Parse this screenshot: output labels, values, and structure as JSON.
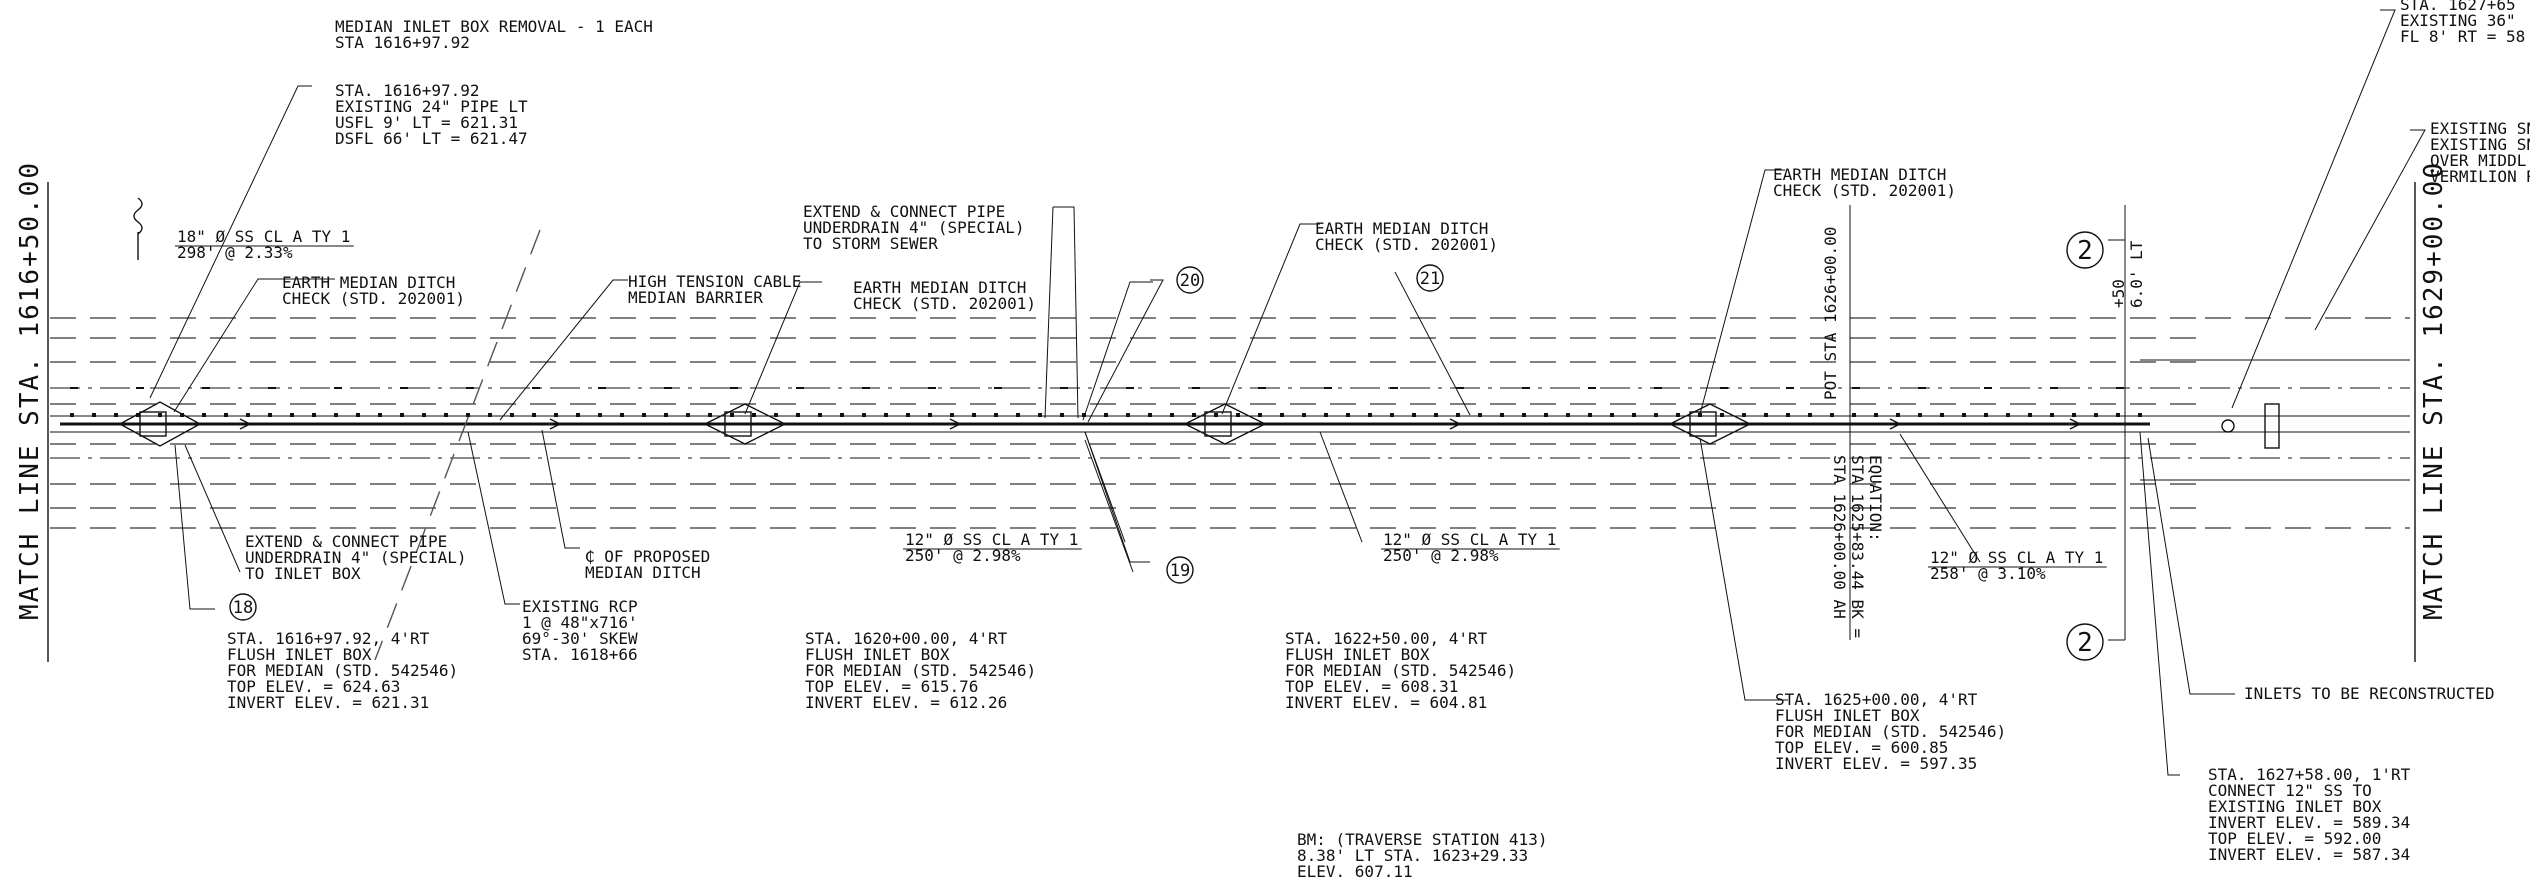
{
  "match_lines": {
    "left": "MATCH LINE STA. 1616+50.00",
    "right": "MATCH LINE STA. 1629+00.00"
  },
  "notes": {
    "median_inlet_removal": [
      "MEDIAN INLET BOX REMOVAL - 1 EACH",
      "STA 1616+97.92"
    ],
    "existing_pipe": [
      "STA. 1616+97.92",
      "EXISTING 24\" PIPE LT",
      "USFL 9' LT = 621.31",
      "DSFL 66' LT = 621.47"
    ],
    "pipe_1": [
      "18\" Ø SS CL A TY 1",
      "298' @ 2.33%"
    ],
    "ditch_check_1": [
      "EARTH MEDIAN DITCH",
      "CHECK (STD. 202001)"
    ],
    "cable_barrier": [
      "HIGH TENSION CABLE",
      "MEDIAN BARRIER"
    ],
    "extend_connect_top": [
      "EXTEND & CONNECT PIPE",
      "UNDERDRAIN 4\" (SPECIAL)",
      "TO STORM SEWER"
    ],
    "ditch_check_2": [
      "EARTH MEDIAN DITCH",
      "CHECK (STD. 202001)"
    ],
    "ditch_check_3": [
      "EARTH MEDIAN DITCH",
      "CHECK (STD. 202001)"
    ],
    "ditch_check_4": [
      "EARTH MEDIAN DITCH",
      "CHECK (STD. 202001)"
    ],
    "extend_connect_bottom": [
      "EXTEND & CONNECT PIPE",
      "UNDERDRAIN 4\" (SPECIAL)",
      "TO INLET BOX"
    ],
    "proposed_ditch": [
      "₵ OF PROPOSED",
      "MEDIAN DITCH"
    ],
    "existing_rcp": [
      "EXISTING RCP",
      "1 @ 48\"x716'",
      "69°-30' SKEW",
      "STA. 1618+66"
    ],
    "inlet_1": [
      "STA. 1616+97.92, 4'RT",
      "FLUSH INLET BOX",
      "FOR MEDIAN (STD. 542546)",
      "TOP ELEV. = 624.63",
      "INVERT ELEV. = 621.31"
    ],
    "inlet_2": [
      "STA. 1620+00.00, 4'RT",
      "FLUSH INLET BOX",
      "FOR MEDIAN (STD. 542546)",
      "TOP ELEV. = 615.76",
      "INVERT ELEV. = 612.26"
    ],
    "inlet_3": [
      "STA. 1622+50.00, 4'RT",
      "FLUSH INLET BOX",
      "FOR MEDIAN (STD. 542546)",
      "TOP ELEV. = 608.31",
      "INVERT ELEV. = 604.81"
    ],
    "inlet_4": [
      "STA. 1625+00.00, 4'RT",
      "FLUSH INLET BOX",
      "FOR MEDIAN (STD. 542546)",
      "TOP ELEV. = 600.85",
      "INVERT ELEV. = 597.35"
    ],
    "inlet_5": [
      "STA. 1627+58.00, 1'RT",
      "CONNECT 12\" SS TO",
      "EXISTING INLET BOX",
      "INVERT ELEV. = 589.34",
      "TOP ELEV. = 592.00",
      "INVERT ELEV. = 587.34"
    ],
    "pipe_2": [
      "12\" Ø SS CL A TY 1",
      "250' @ 2.98%"
    ],
    "pipe_3": [
      "12\" Ø SS CL A TY 1",
      "250' @ 2.98%"
    ],
    "pipe_4": [
      "12\" Ø SS CL A TY 1",
      "258' @ 3.10%"
    ],
    "inlets_reconstructed": [
      "INLETS TO BE RECONSTRUCTED"
    ],
    "bm": [
      "BM:  (TRAVERSE STATION 413)",
      "8.38' LT STA. 1623+29.33",
      "ELEV. 607.11"
    ],
    "top_right_a": [
      "STA. 1627+65",
      "EXISTING 36\"",
      "FL 8' RT = 58"
    ],
    "top_right_b": [
      "EXISTING SN",
      "EXISTING SN",
      "OVER MIDDL",
      "VERMILION R"
    ],
    "equation": [
      "EQUATION:",
      "STA 1625+83.44 BK =",
      "STA 1626+00.00 AH"
    ],
    "pot": [
      "POT STA 1626+00.00"
    ],
    "offset": [
      "+50",
      "6.0' LT"
    ],
    "bubbles": [
      "18",
      "19",
      "20",
      "21",
      "2",
      "2"
    ]
  }
}
